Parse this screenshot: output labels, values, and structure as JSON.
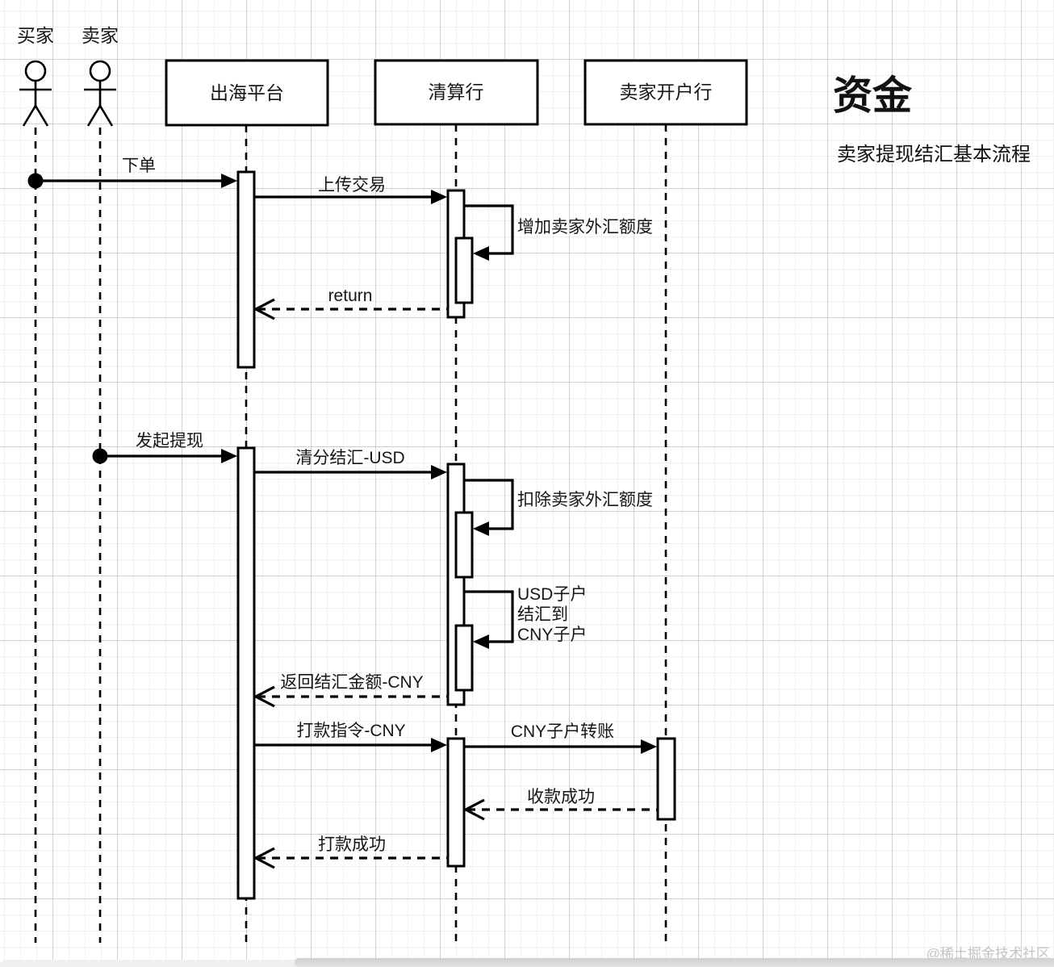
{
  "title": {
    "heading": "资金",
    "subtitle": "卖家提现结汇基本流程"
  },
  "actors": [
    {
      "label": "买家"
    },
    {
      "label": "卖家"
    }
  ],
  "participants": [
    {
      "label": "出海平台"
    },
    {
      "label": "清算行"
    },
    {
      "label": "卖家开户行"
    }
  ],
  "messages": {
    "place_order": "下单",
    "upload_transaction": "上传交易",
    "increase_fx_quota": "增加卖家外汇额度",
    "return_msg": "return",
    "initiate_withdrawal": "发起提现",
    "clear_settle_usd": "清分结汇-USD",
    "deduct_fx_quota": "扣除卖家外汇额度",
    "usd_settle_line1": "USD子户",
    "usd_settle_line2": "结汇到",
    "usd_settle_line3": "CNY子户",
    "return_settle_cny": "返回结汇金额-CNY",
    "pay_instruction_cny": "打款指令-CNY",
    "cny_sub_transfer": "CNY子户转账",
    "receive_success": "收款成功",
    "payment_success": "打款成功"
  },
  "watermark": "@稀土掘金技术社区"
}
